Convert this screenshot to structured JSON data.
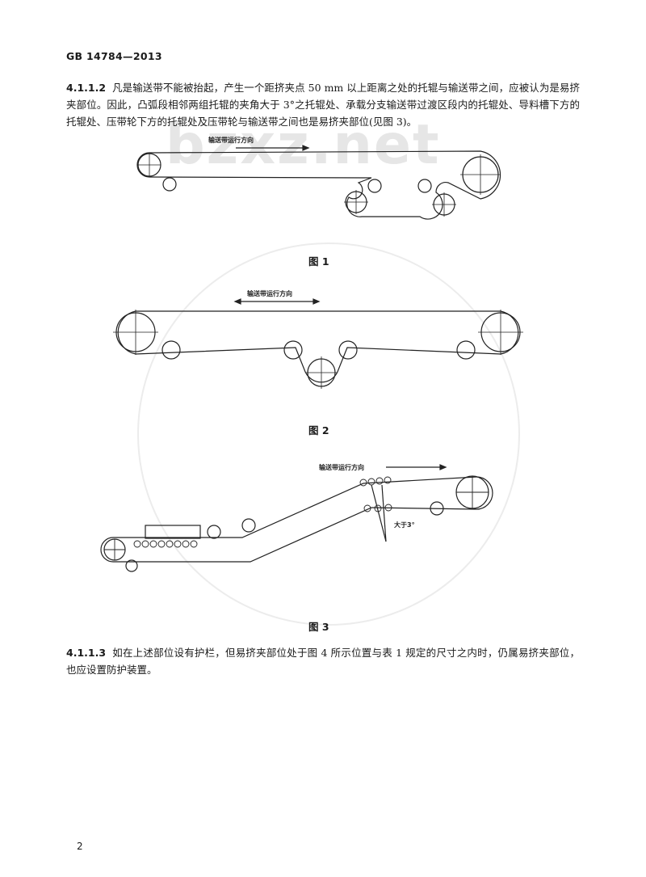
{
  "header": {
    "code": "GB 14784—2013"
  },
  "watermark": "bzxz.net",
  "sections": {
    "s4_1_1_2": {
      "number": "4.1.1.2",
      "text": "凡是输送带不能被抬起，产生一个距挤夹点 50 mm 以上距离之处的托辊与输送带之间，应被认为是易挤夹部位。因此，凸弧段相邻两组托辊的夹角大于 3°之托辊处、承载分支输送带过渡区段内的托辊处、导料槽下方的托辊处、压带轮下方的托辊处及压带轮与输送带之间也是易挤夹部位(见图 3)。"
    },
    "s4_1_1_3": {
      "number": "4.1.1.3",
      "text": "如在上述部位设有护栏，但易挤夹部位处于图 4 所示位置与表 1 规定的尺寸之内时，仍属易挤夹部位，也应设置防护装置。"
    }
  },
  "figures": {
    "fig1": {
      "caption": "图 1",
      "direction_label": "输送带运行方向"
    },
    "fig2": {
      "caption": "图 2",
      "direction_label": "输送带运行方向"
    },
    "fig3": {
      "caption": "图 3",
      "direction_label": "输送带运行方向",
      "angle_label": "大于3°"
    }
  },
  "footer": {
    "page_number": "2"
  }
}
